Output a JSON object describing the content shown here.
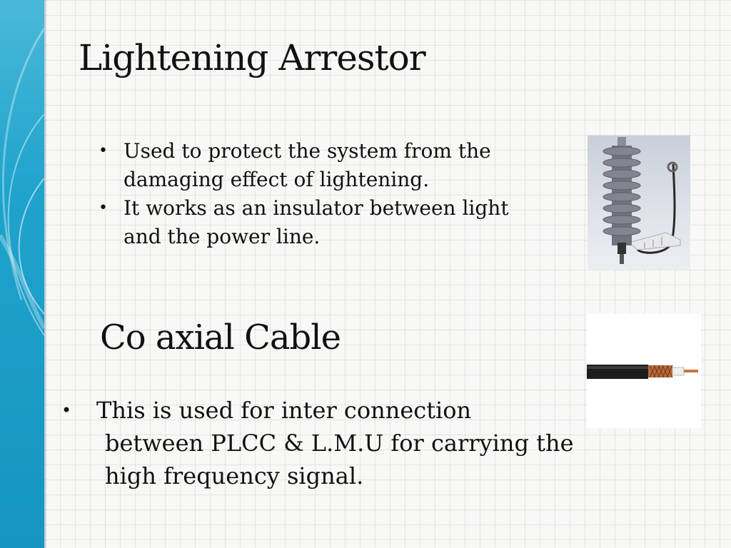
{
  "slide": {
    "section1": {
      "title": "Lightening Arrestor",
      "bullets": [
        {
          "line1": "Used to protect the system from the",
          "line2": "damaging effect of lightening."
        },
        {
          "line1": "It works as an insulator between light",
          "line2": "and the power line."
        }
      ]
    },
    "section2": {
      "title": "Co axial Cable",
      "bullets": [
        {
          "line1": "This is used for inter connection",
          "line2": "between  PLCC & L.M.U for carrying the",
          "line3": "high frequency  signal."
        }
      ]
    },
    "bullet_symbol": "•",
    "colors": {
      "side_band": "#1fa3cc",
      "background": "#f8f8f6",
      "text": "#111111"
    }
  }
}
